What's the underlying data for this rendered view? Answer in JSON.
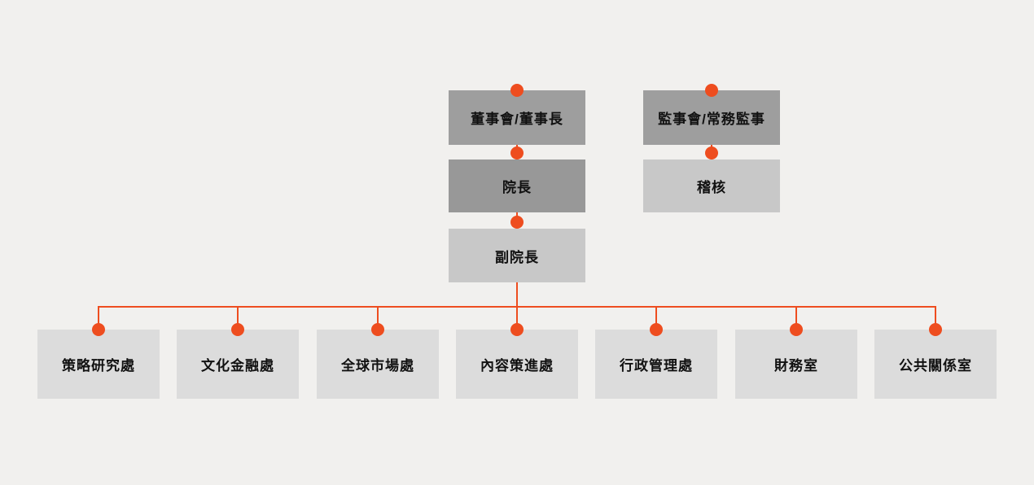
{
  "title": "Organization chart",
  "colors": {
    "background": "#f1f0ee",
    "accent": "#ee4d1f",
    "box-dark": "#9e9e9e",
    "box-darker": "#989898",
    "box-light": "#c8c8c8",
    "box-lighter": "#dcdcdc",
    "text": "#111111"
  },
  "nodes": {
    "board": "董事會/董事長",
    "president": "院長",
    "vice_president": "副院長",
    "supervisors": "監事會/常務監事",
    "audit": "稽核"
  },
  "departments": [
    "策略研究處",
    "文化金融處",
    "全球市場處",
    "內容策進處",
    "行政管理處",
    "財務室",
    "公共關係室"
  ]
}
